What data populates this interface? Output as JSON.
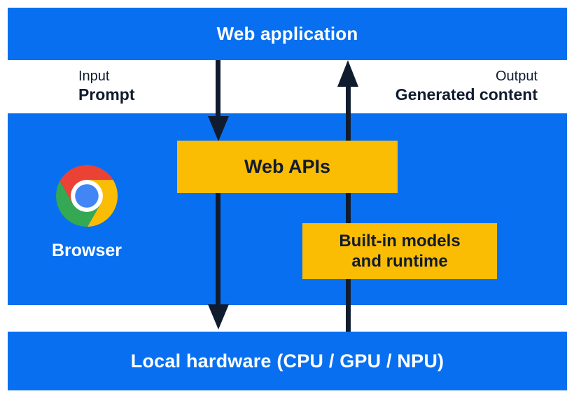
{
  "diagram": {
    "web_application_label": "Web application",
    "input": {
      "caption": "Input",
      "value": "Prompt"
    },
    "output": {
      "caption": "Output",
      "value": "Generated content"
    },
    "browser_label": "Browser",
    "web_apis_label": "Web APIs",
    "builtin_models": {
      "line1": "Built-in models",
      "line2": "and runtime"
    },
    "local_hardware_label": "Local hardware (CPU / GPU / NPU)"
  },
  "colors": {
    "blue": "#0870F0",
    "yellow": "#FBBC04",
    "navy": "#101C2E",
    "white": "#FFFFFF",
    "chrome_red": "#EA4335",
    "chrome_green": "#34A853",
    "chrome_yellow": "#FBBC04",
    "chrome_blue": "#4285F4"
  }
}
